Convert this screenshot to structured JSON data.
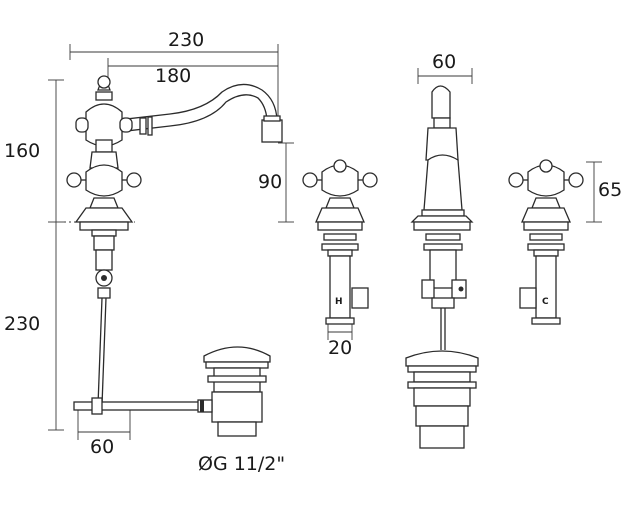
{
  "dimensions": {
    "spout_reach_overall": "230",
    "spout_reach_inner": "180",
    "mixer_height": "160",
    "spout_height": "90",
    "below_deck_length": "230",
    "pop_up_offset": "60",
    "waste_size": "ØG 11/2\"",
    "valve_body_width": "20",
    "spout_width": "60",
    "valve_height": "65"
  },
  "valve_labels": {
    "hot": "H",
    "cold": "C"
  },
  "colors": {
    "line": "#2b2b2b",
    "background": "#ffffff"
  }
}
